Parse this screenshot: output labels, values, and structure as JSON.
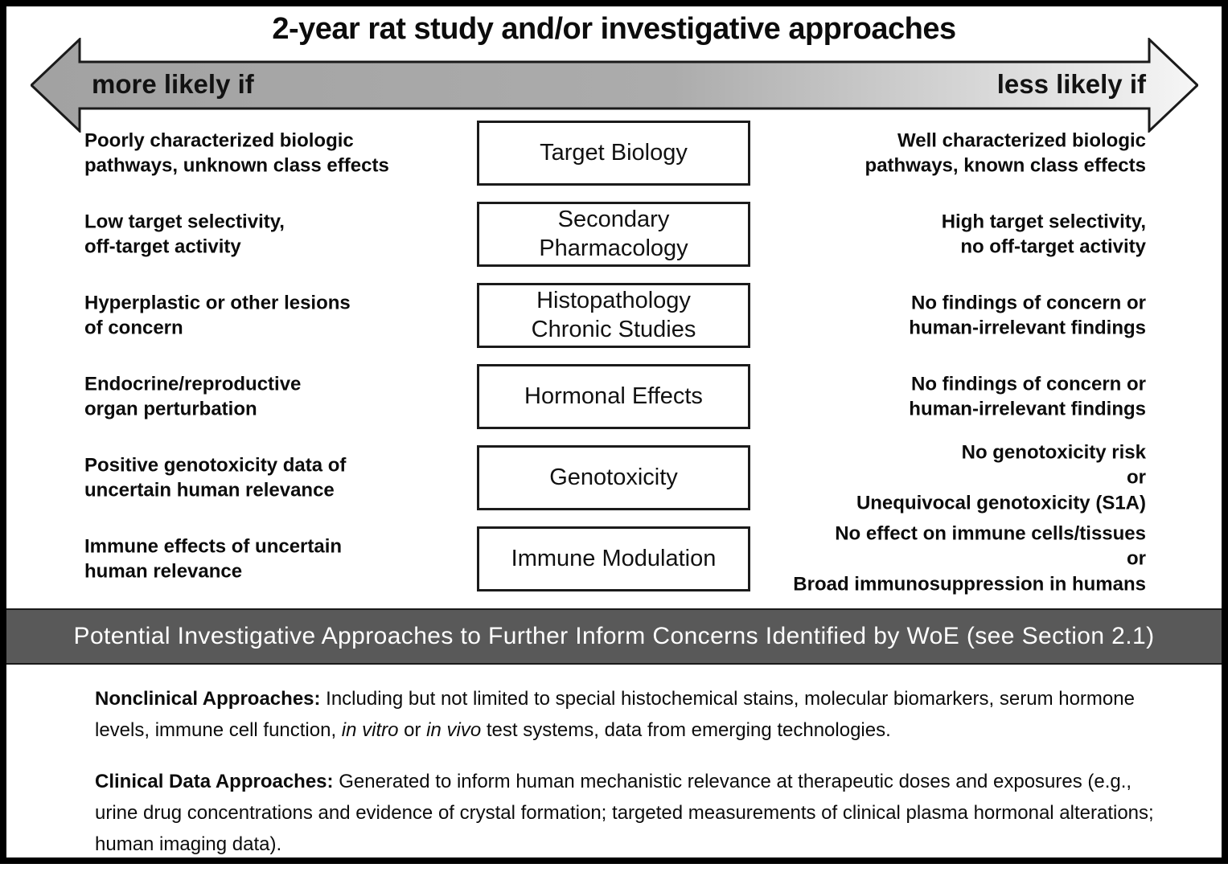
{
  "title": "2-year rat study and/or investigative approaches",
  "arrow": {
    "left_label": "more likely if",
    "right_label": "less likely if",
    "gradient_start": "#a2a2a2",
    "gradient_mid": "#acacac",
    "gradient_end": "#f6f6f6",
    "outline_color": "#1a1a1a"
  },
  "rows": [
    {
      "left": "Poorly characterized biologic\npathways, unknown class effects",
      "box": "Target Biology",
      "right": "Well characterized biologic\npathways, known class effects"
    },
    {
      "left": "Low target selectivity,\noff-target activity",
      "box": "Secondary\nPharmacology",
      "right": "High target selectivity,\nno off-target activity"
    },
    {
      "left": "Hyperplastic or other lesions\nof concern",
      "box": "Histopathology\nChronic Studies",
      "right": "No findings of concern or\nhuman-irrelevant findings"
    },
    {
      "left": "Endocrine/reproductive\norgan perturbation",
      "box": "Hormonal Effects",
      "right": "No findings of concern or\nhuman-irrelevant findings"
    },
    {
      "left": "Positive genotoxicity data of\nuncertain human relevance",
      "box": "Genotoxicity",
      "right": "No genotoxicity risk\nor\nUnequivocal genotoxicity (S1A)"
    },
    {
      "left": "Immune effects of uncertain\nhuman relevance",
      "box": "Immune Modulation",
      "right": "No effect on immune cells/tissues\nor\nBroad immunosuppression in humans"
    }
  ],
  "banner": {
    "text": "Potential Investigative Approaches to Further Inform Concerns Identified by WoE (see Section 2.1)",
    "background": "#595959",
    "text_color": "#ffffff"
  },
  "approaches": {
    "nonclinical": {
      "label": "Nonclinical Approaches:",
      "part1": " Including but not limited to special histochemical stains, molecular biomarkers, serum hormone levels, immune cell function, ",
      "italic1": "in vitro",
      "part2": " or ",
      "italic2": "in vivo",
      "part3": " test systems, data from emerging technologies."
    },
    "clinical": {
      "label": "Clinical Data Approaches:",
      "text": " Generated to inform human mechanistic relevance at therapeutic doses and exposures (e.g., urine drug concentrations and evidence of crystal formation; targeted measurements of clinical plasma hormonal alterations; human imaging data)."
    }
  }
}
